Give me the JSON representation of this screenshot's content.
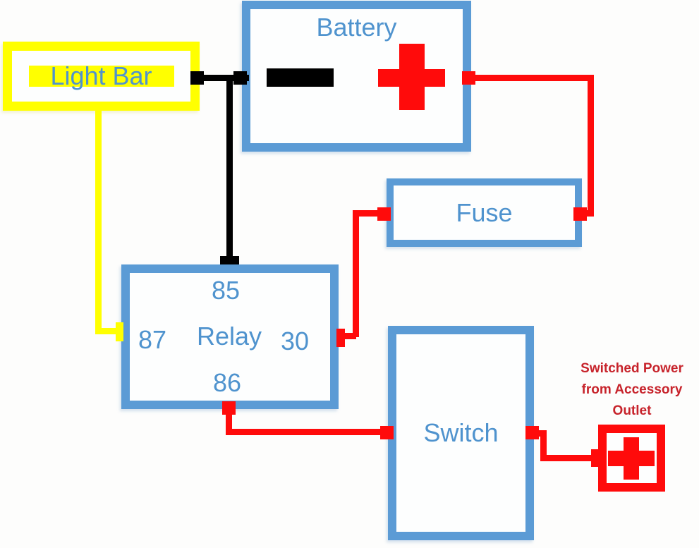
{
  "colors": {
    "box_blue": "#5b9bd5",
    "label_blue": "#4f93ce",
    "wire_black": "#000000",
    "wire_red": "#ff0b0b",
    "wire_yellow": "#ffff00",
    "caption_red": "#c7232b",
    "background": "#fdfdfc"
  },
  "components": {
    "light_bar": {
      "label": "Light Bar"
    },
    "battery": {
      "label": "Battery",
      "negative_icon": "minus-icon",
      "positive_icon": "plus-icon"
    },
    "fuse": {
      "label": "Fuse"
    },
    "relay": {
      "label": "Relay",
      "pin_top": "85",
      "pin_left": "87",
      "pin_right": "30",
      "pin_bottom": "86"
    },
    "switch": {
      "label": "Switch"
    },
    "accessory_outlet": {
      "caption": "Switched Power\nfrom Accessory\nOutlet",
      "icon": "plus-icon"
    }
  }
}
